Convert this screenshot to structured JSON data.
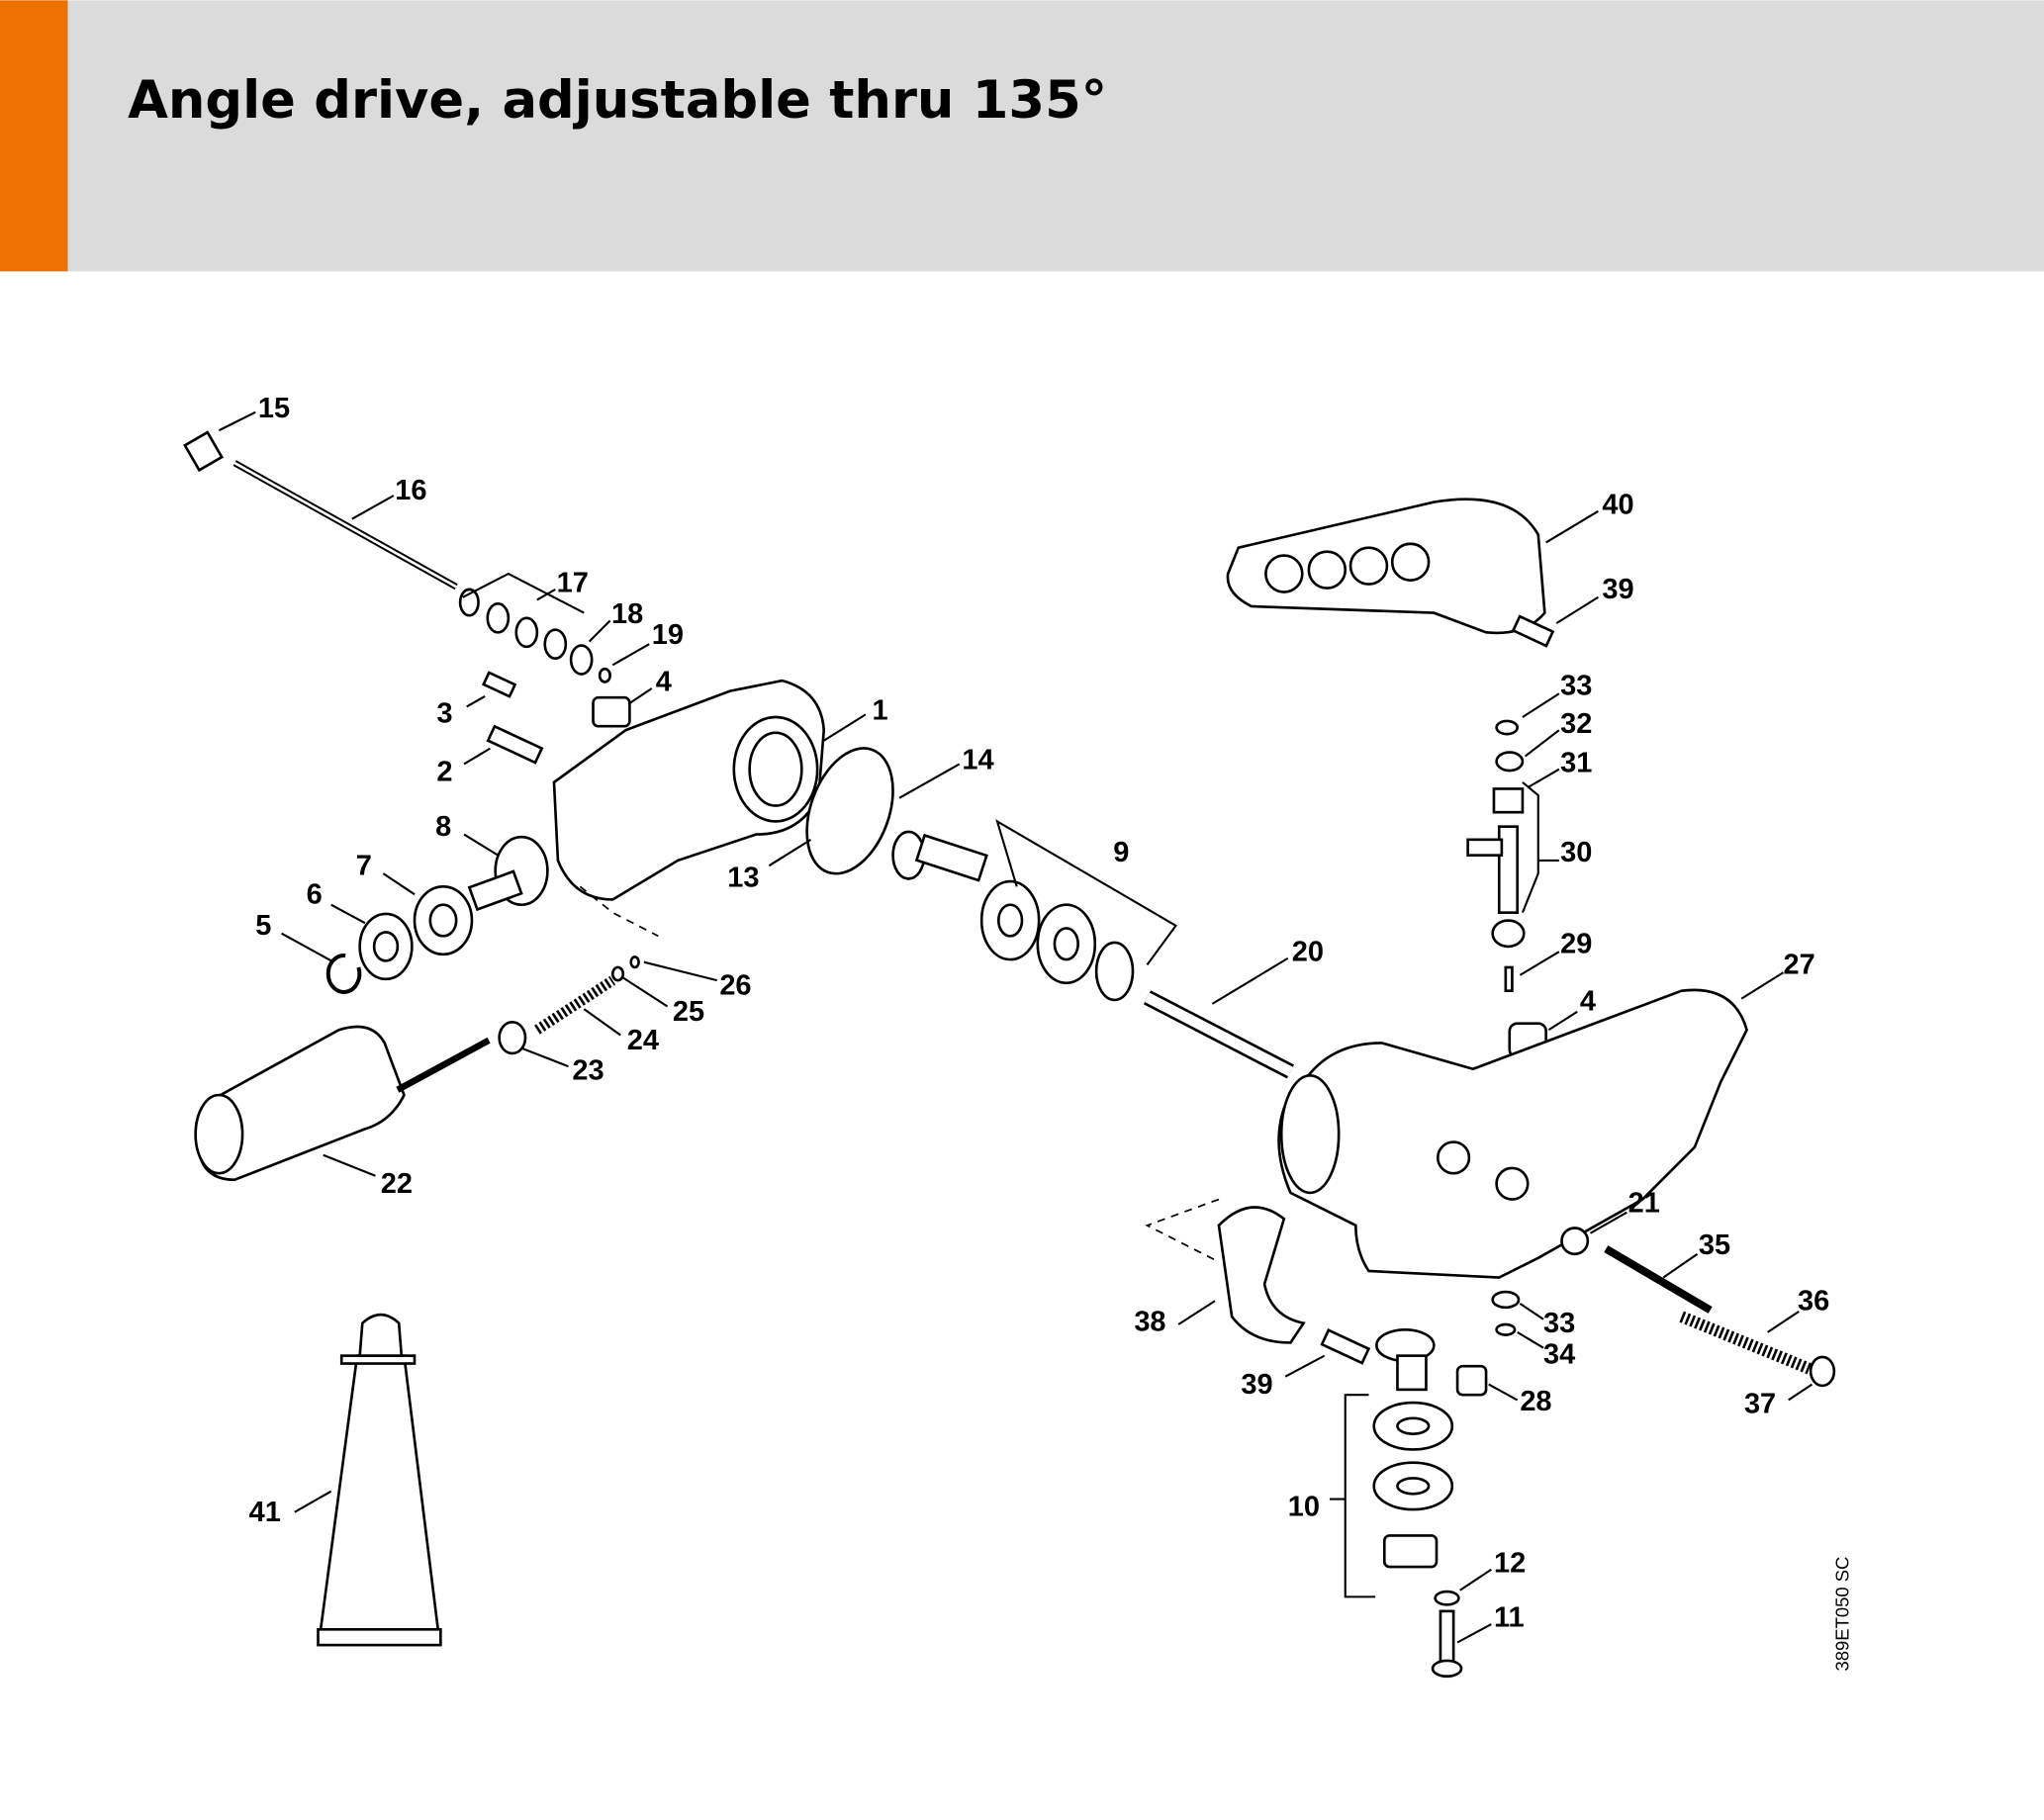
{
  "header": {
    "title": "Angle drive, adjustable thru 135°",
    "accent_color": "#EE7203",
    "band_color": "#DADBDA"
  },
  "diagram": {
    "code": "389ET050 SC",
    "callouts": [
      "15",
      "16",
      "17",
      "18",
      "19",
      "3",
      "4",
      "2",
      "1",
      "14",
      "8",
      "7",
      "6",
      "5",
      "13",
      "9",
      "26",
      "25",
      "24",
      "23",
      "22",
      "20",
      "40",
      "39",
      "33",
      "32",
      "31",
      "30",
      "29",
      "4",
      "27",
      "21",
      "35",
      "36",
      "33",
      "34",
      "28",
      "37",
      "38",
      "39",
      "10",
      "12",
      "11",
      "41"
    ]
  }
}
